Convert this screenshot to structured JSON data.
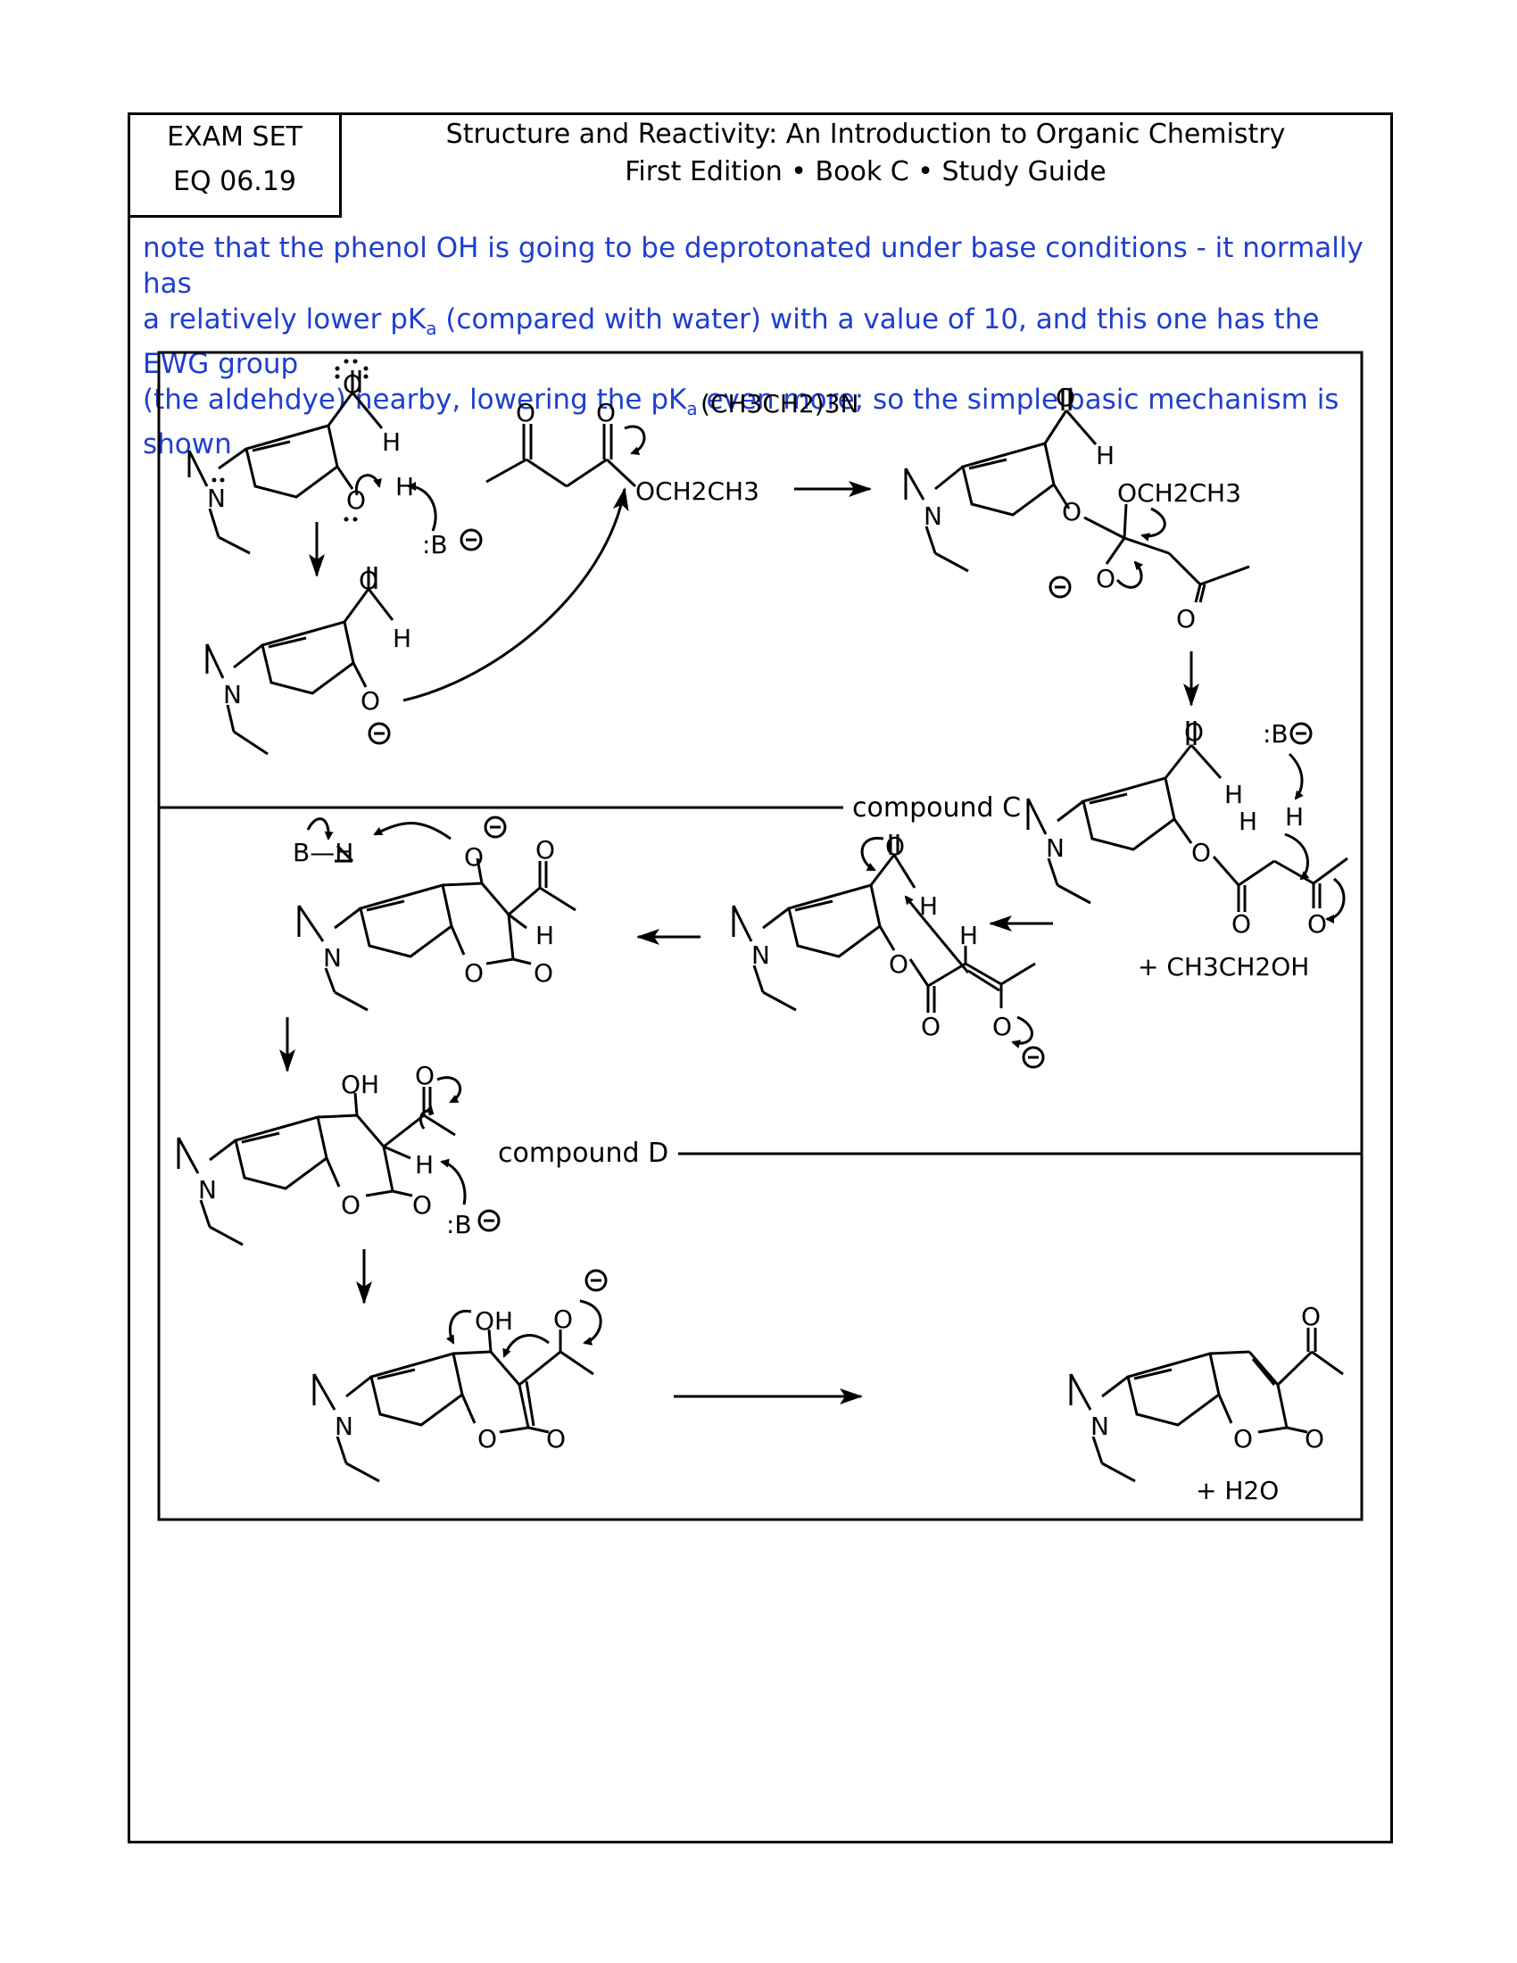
{
  "exam_label": {
    "line1": "EXAM SET",
    "line2": "EQ 06.19"
  },
  "header": {
    "title": "Structure and Reactivity: An Introduction to Organic Chemistry",
    "subtitle": "First Edition • Book C • Study Guide"
  },
  "note": {
    "line1": "note that the phenol OH is going to be deprotonated under base conditions - it normally has",
    "line2_pre": "a relatively lower pK",
    "line2_sub": "a",
    "line2_post": " (compared with water) with a value of 10, and this one has the EWG group",
    "line3_pre": "(the aldehdye) nearby, lowering the pK",
    "line3_sub": "a",
    "line3_post": " even more; so the simple basic mechanism is shown",
    "color": "#1f3fd0"
  },
  "reagents": {
    "base_amine": "(CH3CH2)3N",
    "base_generic": ":B",
    "ester_group": "OCH2CH3",
    "ethanol": "+ CH3CH2OH",
    "water": "+ H2O"
  },
  "atom_labels": {
    "oxygen": "O",
    "hydrogen": "H",
    "nitrogen": "N",
    "hydroxyl": "OH",
    "proton": "H",
    "base_h": "B—H"
  },
  "compounds": {
    "c": "compound C",
    "d": "compound D"
  }
}
